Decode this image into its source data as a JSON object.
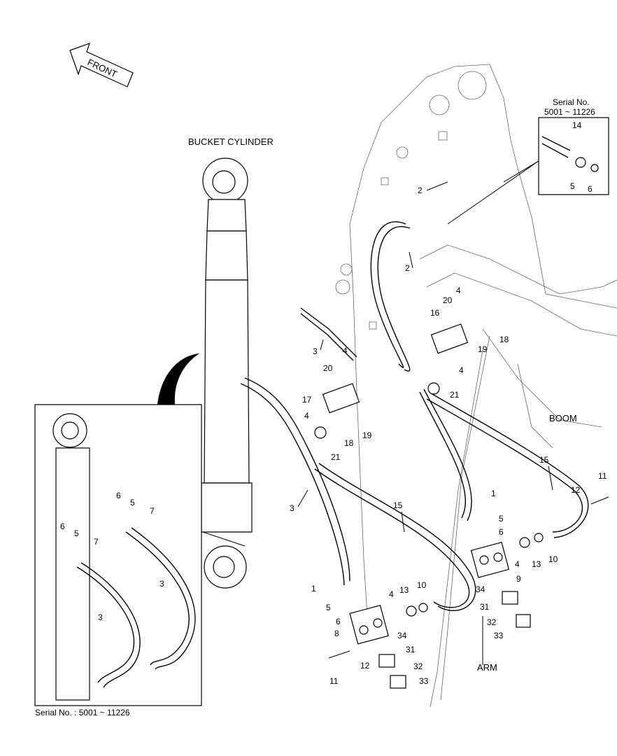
{
  "orientation": {
    "front_label": "FRONT"
  },
  "titles": {
    "bucket_cylinder": "BUCKET CYLINDER",
    "boom": "BOOM",
    "arm": "ARM"
  },
  "inset_top": {
    "line1": "Serial No.",
    "line2": "5001 ~ 11226"
  },
  "inset_left": {
    "caption": "Serial No. : 5001 ~ 11226"
  },
  "callouts_main": [
    {
      "id": "c1",
      "label": "2"
    },
    {
      "id": "c2",
      "label": "2"
    },
    {
      "id": "c3",
      "label": "3"
    },
    {
      "id": "c4",
      "label": "3"
    },
    {
      "id": "c5",
      "label": "4"
    },
    {
      "id": "c6",
      "label": "4"
    },
    {
      "id": "c7",
      "label": "4"
    },
    {
      "id": "c8",
      "label": "4"
    },
    {
      "id": "c9",
      "label": "20"
    },
    {
      "id": "c10",
      "label": "20"
    },
    {
      "id": "c11",
      "label": "16"
    },
    {
      "id": "c12",
      "label": "17"
    },
    {
      "id": "c13",
      "label": "18"
    },
    {
      "id": "c14",
      "label": "18"
    },
    {
      "id": "c15",
      "label": "19"
    },
    {
      "id": "c16",
      "label": "19"
    },
    {
      "id": "c17",
      "label": "21"
    },
    {
      "id": "c18",
      "label": "21"
    },
    {
      "id": "c19",
      "label": "15"
    },
    {
      "id": "c20",
      "label": "15"
    },
    {
      "id": "c21",
      "label": "11"
    },
    {
      "id": "c22",
      "label": "12"
    },
    {
      "id": "c23",
      "label": "1"
    },
    {
      "id": "c24",
      "label": "5"
    },
    {
      "id": "c25",
      "label": "6"
    },
    {
      "id": "c26",
      "label": "4"
    },
    {
      "id": "c27",
      "label": "13"
    },
    {
      "id": "c28",
      "label": "10"
    },
    {
      "id": "c29",
      "label": "9"
    },
    {
      "id": "c30",
      "label": "34"
    },
    {
      "id": "c31",
      "label": "31"
    },
    {
      "id": "c32",
      "label": "32"
    },
    {
      "id": "c33",
      "label": "33"
    },
    {
      "id": "c34",
      "label": "1"
    },
    {
      "id": "c35",
      "label": "5"
    },
    {
      "id": "c36",
      "label": "6"
    },
    {
      "id": "c37",
      "label": "8"
    },
    {
      "id": "c38",
      "label": "4"
    },
    {
      "id": "c39",
      "label": "13"
    },
    {
      "id": "c40",
      "label": "10"
    },
    {
      "id": "c41",
      "label": "34"
    },
    {
      "id": "c42",
      "label": "12"
    },
    {
      "id": "c43",
      "label": "11"
    },
    {
      "id": "c44",
      "label": "31"
    },
    {
      "id": "c45",
      "label": "32"
    },
    {
      "id": "c46",
      "label": "33"
    }
  ],
  "callouts_inset_top": [
    {
      "id": "t1",
      "label": "14"
    },
    {
      "id": "t2",
      "label": "5"
    },
    {
      "id": "t3",
      "label": "6"
    }
  ],
  "callouts_inset_left": [
    {
      "id": "l1",
      "label": "6"
    },
    {
      "id": "l2",
      "label": "5"
    },
    {
      "id": "l3",
      "label": "7"
    },
    {
      "id": "l4",
      "label": "6"
    },
    {
      "id": "l5",
      "label": "5"
    },
    {
      "id": "l6",
      "label": "7"
    },
    {
      "id": "l7",
      "label": "3"
    },
    {
      "id": "l8",
      "label": "3"
    }
  ]
}
